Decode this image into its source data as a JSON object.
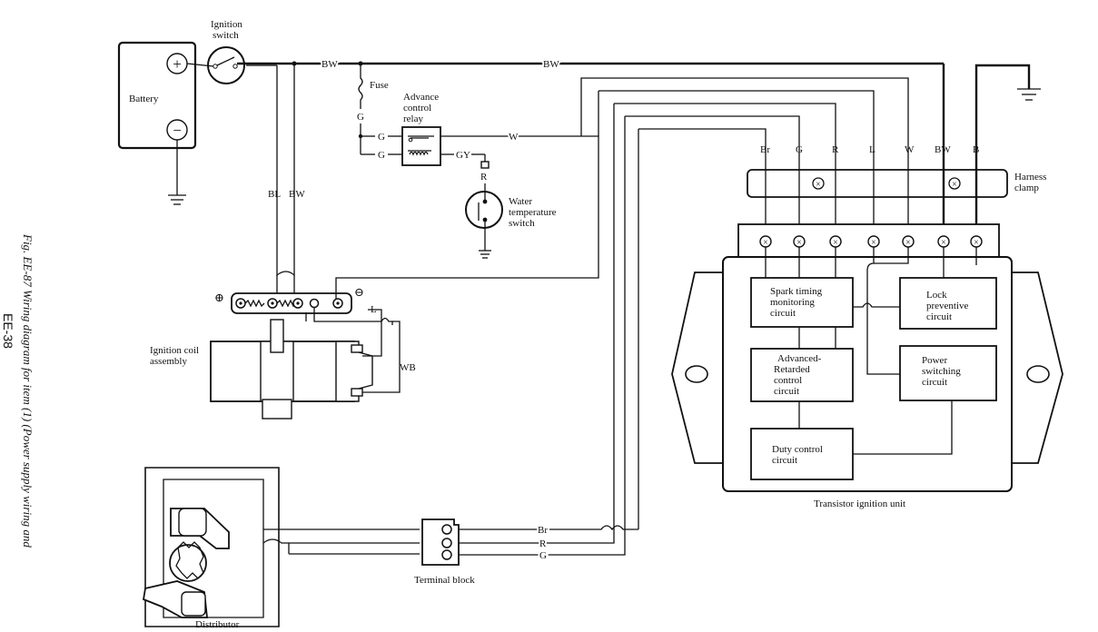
{
  "components": {
    "battery": "Battery",
    "battery_pos": "+",
    "battery_neg": "−",
    "ignition_switch": [
      "Ignition",
      "switch"
    ],
    "fuse": "Fuse",
    "advance_relay": [
      "Advance",
      "control",
      "relay"
    ],
    "water_temp_switch": [
      "Water",
      "temperature",
      "switch"
    ],
    "ignition_coil": [
      "Ignition coil",
      "assembly"
    ],
    "coil_pos": "⊕",
    "coil_neg": "⊖",
    "distributor": "Distributor",
    "terminal_block": "Terminal block",
    "harness_clamp": [
      "Harness",
      "clamp"
    ],
    "transistor_unit": "Transistor ignition unit"
  },
  "circuits": {
    "spark": [
      "Spark timing",
      "monitoring",
      "circuit"
    ],
    "lock": [
      "Lock",
      "preventive",
      "circuit"
    ],
    "advanced": [
      "Advanced-",
      "Retarded",
      "control",
      "circuit"
    ],
    "power": [
      "Power",
      "switching",
      "circuit"
    ],
    "duty": [
      "Duty control",
      "circuit"
    ]
  },
  "wire_labels": {
    "bw_top_1": "BW",
    "bw_top_2": "BW",
    "g_fuse": "G",
    "g_relay_1": "G",
    "g_relay_2": "G",
    "w_relay": "W",
    "gy": "GY",
    "r_switch": "R",
    "bl": "BL",
    "bw_down": "BW",
    "l_coil": "L",
    "wb": "WB",
    "tb_br": "Br",
    "tb_r": "R",
    "tb_g": "G"
  },
  "unit_terminals": [
    "Br",
    "G",
    "R",
    "L",
    "W",
    "BW",
    "B"
  ],
  "caption": {
    "figure": "Fig. EE-87  Wiring diagram for item (1) (Power supply wiring and",
    "page": "EE-38"
  }
}
